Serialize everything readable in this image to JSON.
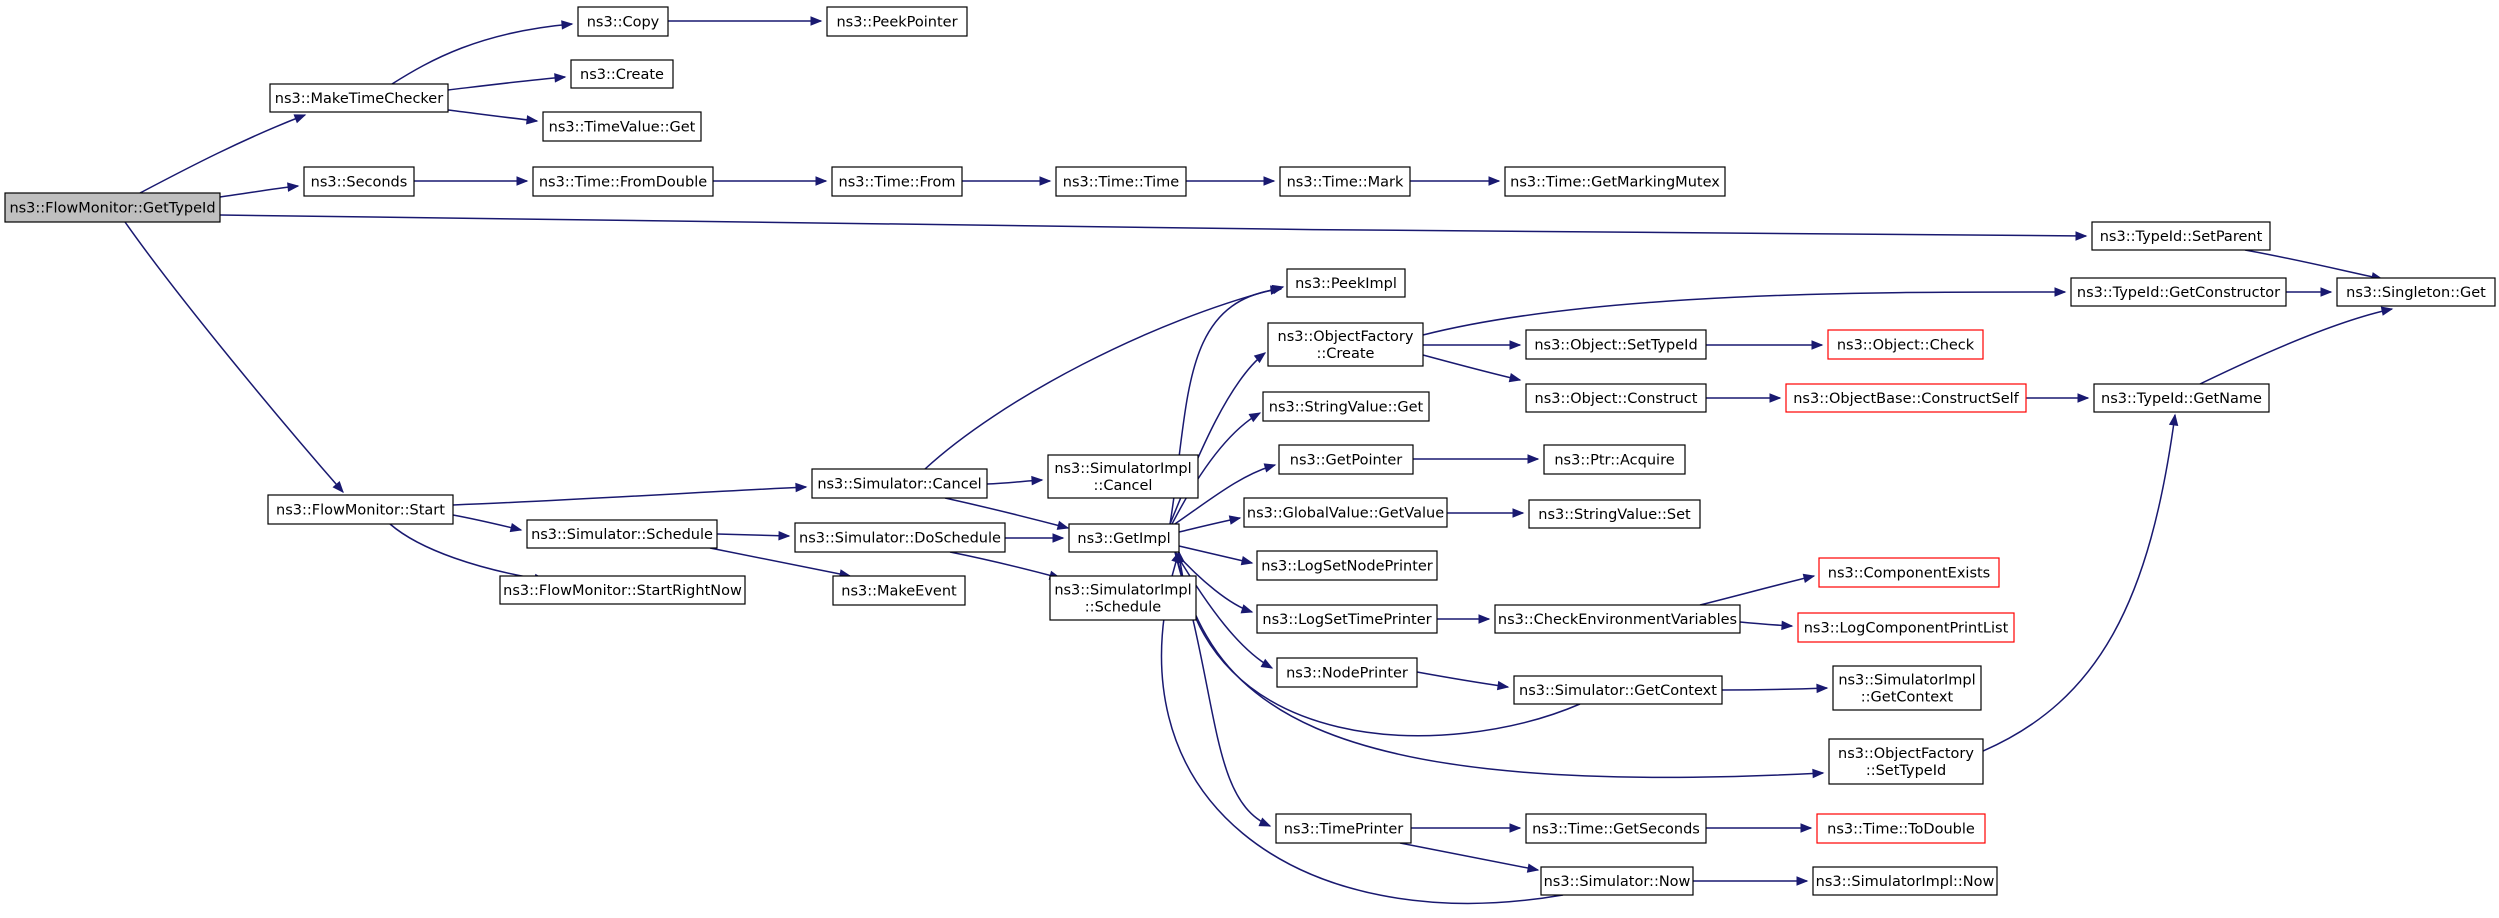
{
  "diagram": {
    "edge_color": "#191970",
    "root_fill": "#bfbfbf",
    "truncated_node_border": "#ff0000",
    "nodes": [
      {
        "id": "n0",
        "label": [
          "ns3::FlowMonitor::GetTypeId"
        ],
        "root": true
      },
      {
        "id": "n1",
        "label": [
          "ns3::MakeTimeChecker"
        ]
      },
      {
        "id": "n2",
        "label": [
          "ns3::Copy"
        ]
      },
      {
        "id": "n3",
        "label": [
          "ns3::PeekPointer"
        ]
      },
      {
        "id": "n4",
        "label": [
          "ns3::Create"
        ]
      },
      {
        "id": "n5",
        "label": [
          "ns3::TimeValue::Get"
        ]
      },
      {
        "id": "n6",
        "label": [
          "ns3::Seconds"
        ]
      },
      {
        "id": "n7",
        "label": [
          "ns3::Time::FromDouble"
        ]
      },
      {
        "id": "n8",
        "label": [
          "ns3::Time::From"
        ]
      },
      {
        "id": "n9",
        "label": [
          "ns3::Time::Time"
        ]
      },
      {
        "id": "n10",
        "label": [
          "ns3::Time::Mark"
        ]
      },
      {
        "id": "n11",
        "label": [
          "ns3::Time::GetMarkingMutex"
        ]
      },
      {
        "id": "n12",
        "label": [
          "ns3::TypeId::SetParent"
        ]
      },
      {
        "id": "n13",
        "label": [
          "ns3::Singleton::Get"
        ]
      },
      {
        "id": "n14",
        "label": [
          "ns3::FlowMonitor::Start"
        ]
      },
      {
        "id": "n15",
        "label": [
          "ns3::Simulator::Cancel"
        ]
      },
      {
        "id": "n16",
        "label": [
          "ns3::PeekImpl"
        ]
      },
      {
        "id": "n17",
        "label": [
          "ns3::SimulatorImpl",
          "::Cancel"
        ]
      },
      {
        "id": "n18",
        "label": [
          "ns3::GetImpl"
        ]
      },
      {
        "id": "n19",
        "label": [
          "ns3::ObjectFactory",
          "::Create"
        ]
      },
      {
        "id": "n20",
        "label": [
          "ns3::TypeId::GetConstructor"
        ]
      },
      {
        "id": "n21",
        "label": [
          "ns3::Object::SetTypeId"
        ]
      },
      {
        "id": "n22",
        "label": [
          "ns3::Object::Check"
        ],
        "truncated": true
      },
      {
        "id": "n23",
        "label": [
          "ns3::Object::Construct"
        ]
      },
      {
        "id": "n24",
        "label": [
          "ns3::ObjectBase::ConstructSelf"
        ],
        "truncated": true
      },
      {
        "id": "n25",
        "label": [
          "ns3::TypeId::GetName"
        ]
      },
      {
        "id": "n26",
        "label": [
          "ns3::StringValue::Get"
        ]
      },
      {
        "id": "n27",
        "label": [
          "ns3::GetPointer"
        ]
      },
      {
        "id": "n28",
        "label": [
          "ns3::Ptr::Acquire"
        ]
      },
      {
        "id": "n29",
        "label": [
          "ns3::GlobalValue::GetValue"
        ]
      },
      {
        "id": "n30",
        "label": [
          "ns3::StringValue::Set"
        ]
      },
      {
        "id": "n31",
        "label": [
          "ns3::LogSetNodePrinter"
        ]
      },
      {
        "id": "n32",
        "label": [
          "ns3::LogSetTimePrinter"
        ]
      },
      {
        "id": "n33",
        "label": [
          "ns3::CheckEnvironmentVariables"
        ]
      },
      {
        "id": "n34",
        "label": [
          "ns3::ComponentExists"
        ],
        "truncated": true
      },
      {
        "id": "n35",
        "label": [
          "ns3::LogComponentPrintList"
        ],
        "truncated": true
      },
      {
        "id": "n36",
        "label": [
          "ns3::NodePrinter"
        ]
      },
      {
        "id": "n37",
        "label": [
          "ns3::Simulator::GetContext"
        ]
      },
      {
        "id": "n38",
        "label": [
          "ns3::SimulatorImpl",
          "::GetContext"
        ]
      },
      {
        "id": "n39",
        "label": [
          "ns3::ObjectFactory",
          "::SetTypeId"
        ]
      },
      {
        "id": "n40",
        "label": [
          "ns3::TimePrinter"
        ]
      },
      {
        "id": "n41",
        "label": [
          "ns3::Time::GetSeconds"
        ]
      },
      {
        "id": "n42",
        "label": [
          "ns3::Time::ToDouble"
        ],
        "truncated": true
      },
      {
        "id": "n43",
        "label": [
          "ns3::Simulator::Now"
        ]
      },
      {
        "id": "n44",
        "label": [
          "ns3::SimulatorImpl::Now"
        ]
      },
      {
        "id": "n45",
        "label": [
          "ns3::Simulator::Schedule"
        ]
      },
      {
        "id": "n46",
        "label": [
          "ns3::Simulator::DoSchedule"
        ]
      },
      {
        "id": "n47",
        "label": [
          "ns3::SimulatorImpl",
          "::Schedule"
        ]
      },
      {
        "id": "n48",
        "label": [
          "ns3::MakeEvent"
        ]
      },
      {
        "id": "n49",
        "label": [
          "ns3::FlowMonitor::StartRightNow"
        ]
      }
    ],
    "edges": [
      {
        "from": "n0",
        "to": "n1"
      },
      {
        "from": "n0",
        "to": "n6"
      },
      {
        "from": "n0",
        "to": "n12"
      },
      {
        "from": "n0",
        "to": "n14"
      },
      {
        "from": "n1",
        "to": "n2"
      },
      {
        "from": "n1",
        "to": "n4"
      },
      {
        "from": "n1",
        "to": "n5"
      },
      {
        "from": "n2",
        "to": "n3"
      },
      {
        "from": "n6",
        "to": "n7"
      },
      {
        "from": "n7",
        "to": "n8"
      },
      {
        "from": "n8",
        "to": "n9"
      },
      {
        "from": "n9",
        "to": "n10"
      },
      {
        "from": "n10",
        "to": "n11"
      },
      {
        "from": "n12",
        "to": "n13"
      },
      {
        "from": "n14",
        "to": "n15"
      },
      {
        "from": "n14",
        "to": "n45"
      },
      {
        "from": "n14",
        "to": "n49"
      },
      {
        "from": "n15",
        "to": "n16"
      },
      {
        "from": "n15",
        "to": "n17"
      },
      {
        "from": "n15",
        "to": "n18"
      },
      {
        "from": "n45",
        "to": "n46"
      },
      {
        "from": "n45",
        "to": "n48"
      },
      {
        "from": "n46",
        "to": "n18"
      },
      {
        "from": "n46",
        "to": "n47"
      },
      {
        "from": "n18",
        "to": "n16"
      },
      {
        "from": "n18",
        "to": "n19"
      },
      {
        "from": "n18",
        "to": "n26"
      },
      {
        "from": "n18",
        "to": "n27"
      },
      {
        "from": "n18",
        "to": "n29"
      },
      {
        "from": "n18",
        "to": "n31"
      },
      {
        "from": "n18",
        "to": "n32"
      },
      {
        "from": "n18",
        "to": "n36"
      },
      {
        "from": "n18",
        "to": "n39"
      },
      {
        "from": "n18",
        "to": "n40"
      },
      {
        "from": "n19",
        "to": "n20"
      },
      {
        "from": "n19",
        "to": "n21"
      },
      {
        "from": "n19",
        "to": "n23"
      },
      {
        "from": "n20",
        "to": "n13"
      },
      {
        "from": "n21",
        "to": "n22"
      },
      {
        "from": "n23",
        "to": "n24"
      },
      {
        "from": "n24",
        "to": "n25"
      },
      {
        "from": "n25",
        "to": "n13"
      },
      {
        "from": "n27",
        "to": "n28"
      },
      {
        "from": "n29",
        "to": "n30"
      },
      {
        "from": "n32",
        "to": "n33"
      },
      {
        "from": "n33",
        "to": "n34"
      },
      {
        "from": "n33",
        "to": "n35"
      },
      {
        "from": "n36",
        "to": "n37"
      },
      {
        "from": "n37",
        "to": "n18"
      },
      {
        "from": "n37",
        "to": "n38"
      },
      {
        "from": "n39",
        "to": "n25"
      },
      {
        "from": "n40",
        "to": "n41"
      },
      {
        "from": "n40",
        "to": "n43"
      },
      {
        "from": "n41",
        "to": "n42"
      },
      {
        "from": "n43",
        "to": "n18"
      },
      {
        "from": "n43",
        "to": "n44"
      }
    ]
  }
}
